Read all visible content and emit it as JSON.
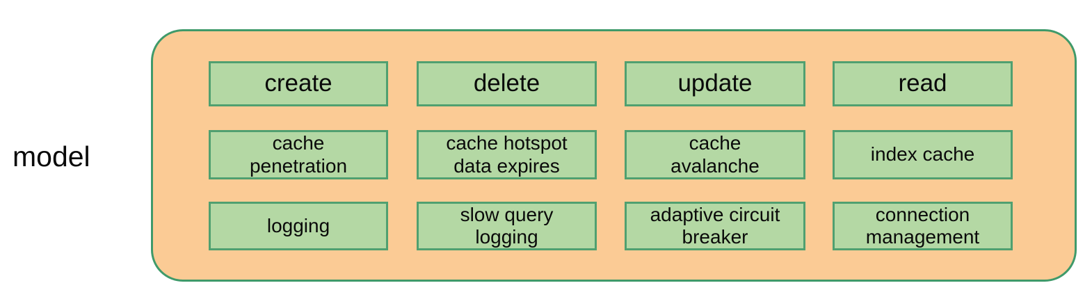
{
  "diagram": {
    "side_label": "model",
    "container": {
      "fill_color": "#fbcb95",
      "border_color": "#3f9a6a"
    },
    "node_style": {
      "fill_color": "#b4d8a4",
      "border_color": "#50a070",
      "text_color": "#0a0a0a"
    },
    "columns": [
      "create",
      "delete",
      "update",
      "read"
    ],
    "rows": [
      {
        "row_index": 0,
        "kind": "operation-header",
        "cells": [
          "create",
          "delete",
          "update",
          "read"
        ]
      },
      {
        "row_index": 1,
        "kind": "cache-concern",
        "cells": [
          "cache\npenetration",
          "cache hotspot\ndata expires",
          "cache\navalanche",
          "index cache"
        ]
      },
      {
        "row_index": 2,
        "kind": "reliability-concern",
        "cells": [
          "logging",
          "slow query\nlogging",
          "adaptive circuit\nbreaker",
          "connection\nmanagement"
        ]
      }
    ]
  }
}
